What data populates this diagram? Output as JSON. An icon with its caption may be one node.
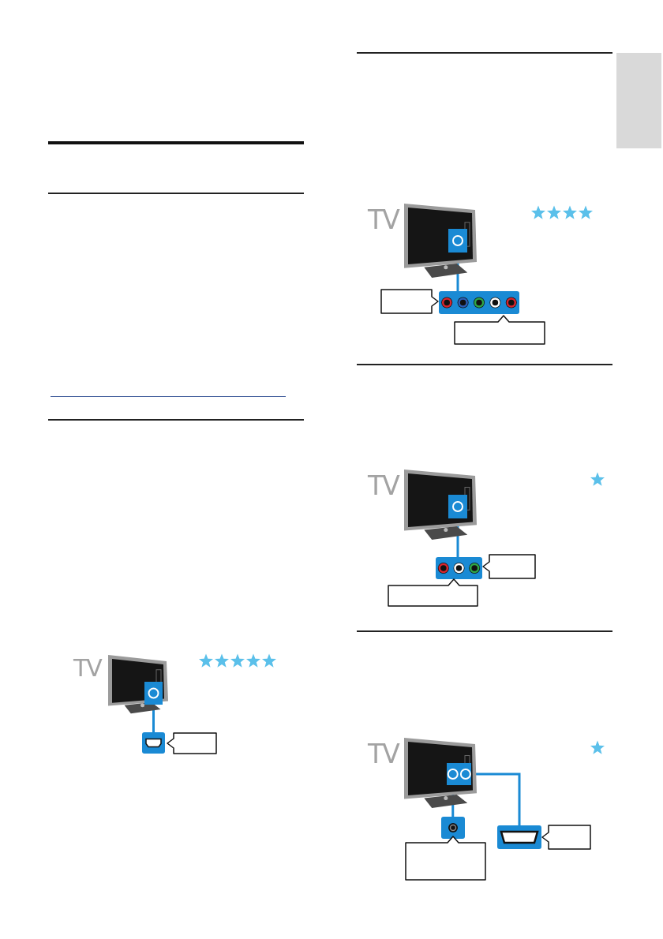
{
  "diagram": {
    "nodes": [
      {
        "text": [],
        "shape": "picture",
        "beside": [
          "TV"
        ]
      },
      {
        "text": [],
        "shape": "box",
        "in": 0
      },
      {
        "text": [],
        "shape": "box"
      },
      {
        "text": [],
        "shape": "callout"
      },
      {
        "text": [],
        "shape": "picture",
        "beside": [
          "TV"
        ]
      },
      {
        "text": [],
        "shape": "box",
        "in": 4
      },
      {
        "text": [],
        "shape": "callout"
      },
      {
        "text": [],
        "shape": "box"
      },
      {
        "text": [],
        "shape": "callout"
      },
      {
        "text": [],
        "shape": "picture",
        "beside": [
          "TV"
        ]
      },
      {
        "text": [],
        "shape": "box",
        "in": 9
      },
      {
        "text": [],
        "shape": "box"
      },
      {
        "text": [],
        "shape": "callout"
      },
      {
        "text": [],
        "shape": "callout"
      },
      {
        "text": [],
        "shape": "picture",
        "beside": [
          "TV"
        ]
      },
      {
        "text": [],
        "shape": "box",
        "in": 14
      },
      {
        "text": [],
        "shape": "box"
      },
      {
        "text": [],
        "shape": "box"
      },
      {
        "text": [],
        "shape": "callout"
      },
      {
        "text": [],
        "shape": "callout"
      },
      {
        "text": [],
        "shape": "box"
      }
    ],
    "edges": [
      {
        "from": 1,
        "to": 2,
        "arrow": "none"
      },
      {
        "from": 5,
        "to": 7,
        "arrow": "none"
      },
      {
        "from": 10,
        "to": 11,
        "arrow": "none"
      },
      {
        "from": 15,
        "to": 16,
        "arrow": "none"
      },
      {
        "from": 15,
        "to": 17,
        "arrow": "none"
      }
    ]
  }
}
